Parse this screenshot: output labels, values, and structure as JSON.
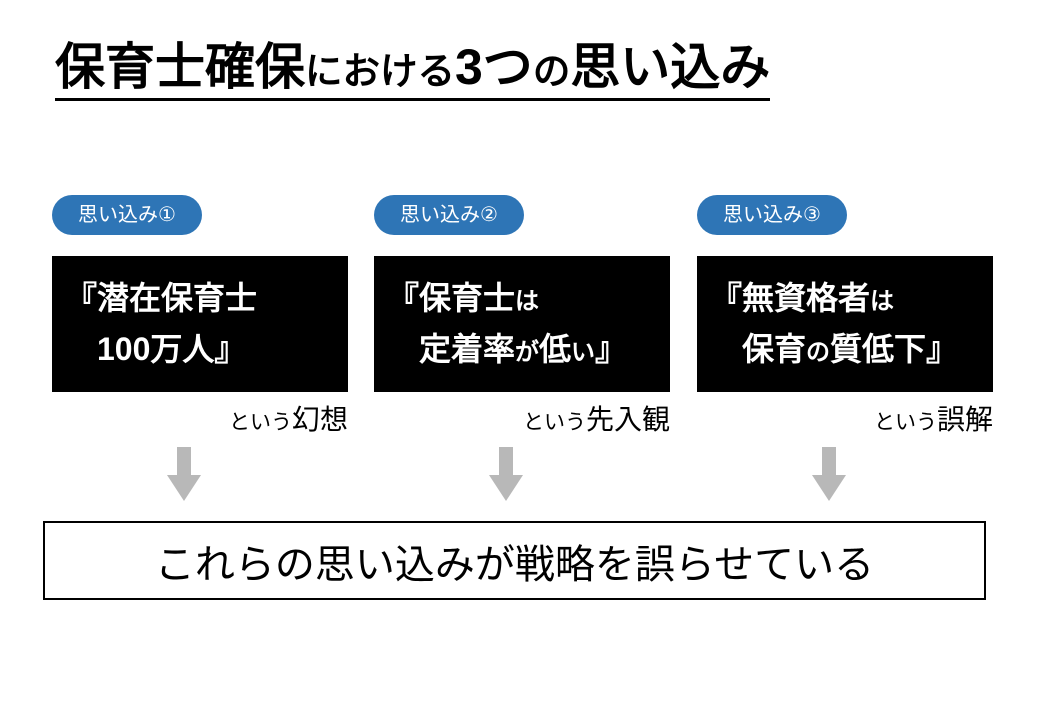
{
  "slide": {
    "title_plain": "保育士確保における3つの思い込み",
    "title_segments": [
      [
        {
          "t": "保育士確保",
          "s": "lg"
        },
        {
          "t": "における",
          "s": "sm"
        },
        {
          "t": "3つ",
          "s": "lg"
        },
        {
          "t": "の",
          "s": "sm"
        },
        {
          "t": "思い込み",
          "s": "lg"
        }
      ]
    ],
    "columns": [
      {
        "badge": "思い込み①",
        "box_plain": "『潜在保育士 100万人』",
        "box_segments": [
          [
            {
              "t": "『潜在保育士",
              "s": "lg"
            }
          ],
          [
            {
              "t": "　100万人』",
              "s": "lg"
            }
          ]
        ],
        "caption_plain": "という幻想",
        "caption_segments": [
          [
            {
              "t": "という",
              "s": "sm"
            },
            {
              "t": "幻想",
              "s": "lg"
            }
          ]
        ]
      },
      {
        "badge": "思い込み②",
        "box_plain": "『保育士は 定着率が低い』",
        "box_segments": [
          [
            {
              "t": "『保育士",
              "s": "lg"
            },
            {
              "t": "は",
              "s": "sm"
            }
          ],
          [
            {
              "t": "　定着率",
              "s": "lg"
            },
            {
              "t": "が",
              "s": "sm"
            },
            {
              "t": "低",
              "s": "lg"
            },
            {
              "t": "い",
              "s": "sm"
            },
            {
              "t": "』",
              "s": "lg"
            }
          ]
        ],
        "caption_plain": "という先入観",
        "caption_segments": [
          [
            {
              "t": "という",
              "s": "sm"
            },
            {
              "t": "先入観",
              "s": "lg"
            }
          ]
        ]
      },
      {
        "badge": "思い込み③",
        "box_plain": "『無資格者は 保育の質低下』",
        "box_segments": [
          [
            {
              "t": "『無資格者",
              "s": "lg"
            },
            {
              "t": "は",
              "s": "sm"
            }
          ],
          [
            {
              "t": "　保育",
              "s": "lg"
            },
            {
              "t": "の",
              "s": "sm"
            },
            {
              "t": "質低下』",
              "s": "lg"
            }
          ]
        ],
        "caption_plain": "という誤解",
        "caption_segments": [
          [
            {
              "t": "という",
              "s": "sm"
            },
            {
              "t": "誤解",
              "s": "lg"
            }
          ]
        ]
      }
    ],
    "conclusion": "これらの思い込みが戦略を誤らせている",
    "colors": {
      "badge_blue": "#2e75b6",
      "box_black": "#000000",
      "box_text": "#ffffff",
      "arrow_gray": "#b8b8b8",
      "title_text": "#000000",
      "background": "#ffffff"
    }
  }
}
